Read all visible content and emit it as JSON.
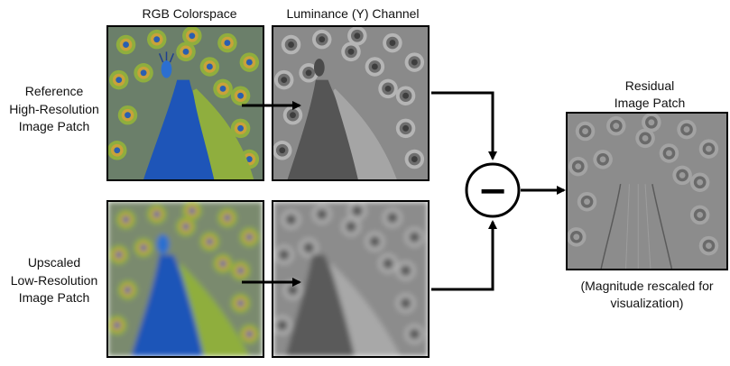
{
  "columns": {
    "rgb": "RGB Colorspace",
    "luminance": "Luminance (Y) Channel"
  },
  "rows": {
    "reference": [
      "Reference",
      "High-Resolution",
      "Image Patch"
    ],
    "upscaled": [
      "Upscaled",
      "Low-Resolution",
      "Image Patch"
    ]
  },
  "operator": {
    "symbol": "−"
  },
  "residual": {
    "title": [
      "Residual",
      "Image Patch"
    ],
    "note": [
      "(Magnitude rescaled for",
      "visualization)"
    ]
  },
  "images": {
    "subject": "peacock",
    "rgb_colors": {
      "body": "#1e55b8",
      "neck": "#2c6fd0",
      "feather_green": "#8fae3e",
      "eye_blue": "#2a5fb0",
      "eye_gold": "#c9a23a",
      "background": "#6b7f6a"
    },
    "gray_colors": {
      "body": "#555555",
      "feather": "#9a9a9a",
      "background": "#7a7a7a"
    },
    "residual_colors": {
      "base": "#8c8c8c",
      "texture": "#5a5a5a"
    }
  }
}
